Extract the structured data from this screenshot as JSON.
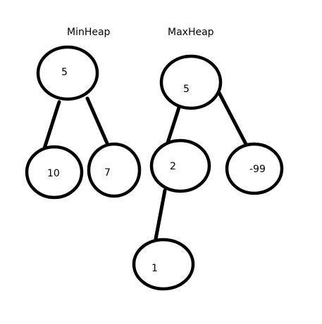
{
  "colors": {
    "ink": "#000000",
    "background": "#ffffff"
  },
  "min_heap": {
    "title": "MinHeap",
    "nodes": [
      {
        "id": "m-root",
        "value": "5"
      },
      {
        "id": "m-left",
        "value": "10"
      },
      {
        "id": "m-right",
        "value": "7"
      }
    ],
    "edges": [
      {
        "from": "m-root",
        "to": "m-left"
      },
      {
        "from": "m-root",
        "to": "m-right"
      }
    ]
  },
  "max_heap": {
    "title": "MaxHeap",
    "nodes": [
      {
        "id": "x-root",
        "value": "5"
      },
      {
        "id": "x-left",
        "value": "2"
      },
      {
        "id": "x-right",
        "value": "-99"
      },
      {
        "id": "x-left-left",
        "value": "1"
      }
    ],
    "edges": [
      {
        "from": "x-root",
        "to": "x-left"
      },
      {
        "from": "x-root",
        "to": "x-right"
      },
      {
        "from": "x-left",
        "to": "x-left-left"
      }
    ]
  }
}
